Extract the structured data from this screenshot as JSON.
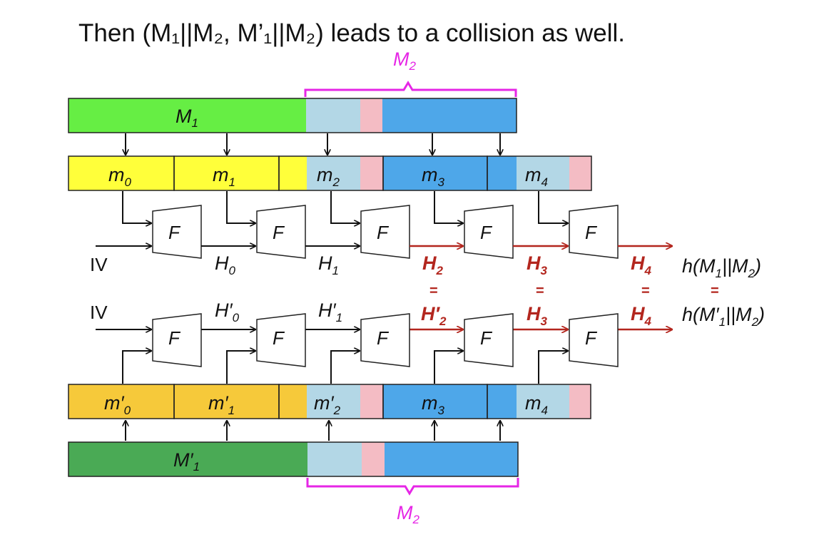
{
  "title": "Then (M₁||M₂, M’₁||M₂) leads to a collision as well.",
  "colors": {
    "m1_green": "#66ee44",
    "m1prime_green": "#4aaa55",
    "yellow": "#ffff3a",
    "gold": "#f6c93a",
    "light_blue": "#b3d7e6",
    "blue": "#4ea7e9",
    "pink": "#f4bcc4",
    "red_arrow": "#b3261e",
    "magenta": "#e626e6"
  },
  "top": {
    "brace_label": {
      "base": "M",
      "sub": "2"
    },
    "message_bar_label": {
      "base": "M",
      "sub": "1"
    },
    "blocks": [
      {
        "base": "m",
        "sub": "0"
      },
      {
        "base": "m",
        "sub": "1"
      },
      {
        "base": "m",
        "sub": "2"
      },
      {
        "base": "m",
        "sub": "3"
      },
      {
        "base": "m",
        "sub": "4"
      }
    ],
    "iv_label": "IV",
    "chain_labels": [
      {
        "base": "H",
        "sub": "0",
        "highlight": false
      },
      {
        "base": "H",
        "sub": "1",
        "highlight": false
      },
      {
        "base": "H",
        "sub": "2",
        "highlight": true
      },
      {
        "base": "H",
        "sub": "3",
        "highlight": true
      },
      {
        "base": "H",
        "sub": "4",
        "highlight": true
      }
    ],
    "output": {
      "prefix": "h(M",
      "sub1": "1",
      "mid": "||M",
      "sub2": "2",
      "suffix": ")"
    }
  },
  "bottom": {
    "brace_label": {
      "base": "M",
      "sub": "2"
    },
    "message_bar_label": {
      "base": "M′",
      "sub": "1"
    },
    "blocks": [
      {
        "base": "m′",
        "sub": "0"
      },
      {
        "base": "m′",
        "sub": "1"
      },
      {
        "base": "m′",
        "sub": "2"
      },
      {
        "base": "m",
        "sub": "3"
      },
      {
        "base": "m",
        "sub": "4"
      }
    ],
    "iv_label": "IV",
    "chain_labels": [
      {
        "base": "H′",
        "sub": "0",
        "highlight": false
      },
      {
        "base": "H′",
        "sub": "1",
        "highlight": false
      },
      {
        "base": "H′",
        "sub": "2",
        "highlight": true
      },
      {
        "base": "H",
        "sub": "3",
        "highlight": true
      },
      {
        "base": "H",
        "sub": "4",
        "highlight": true
      }
    ],
    "output": {
      "prefix": "h(M′",
      "sub1": "1",
      "mid": "||M",
      "sub2": "2",
      "suffix": ")"
    }
  },
  "f_label": "F",
  "equals_sign": "="
}
